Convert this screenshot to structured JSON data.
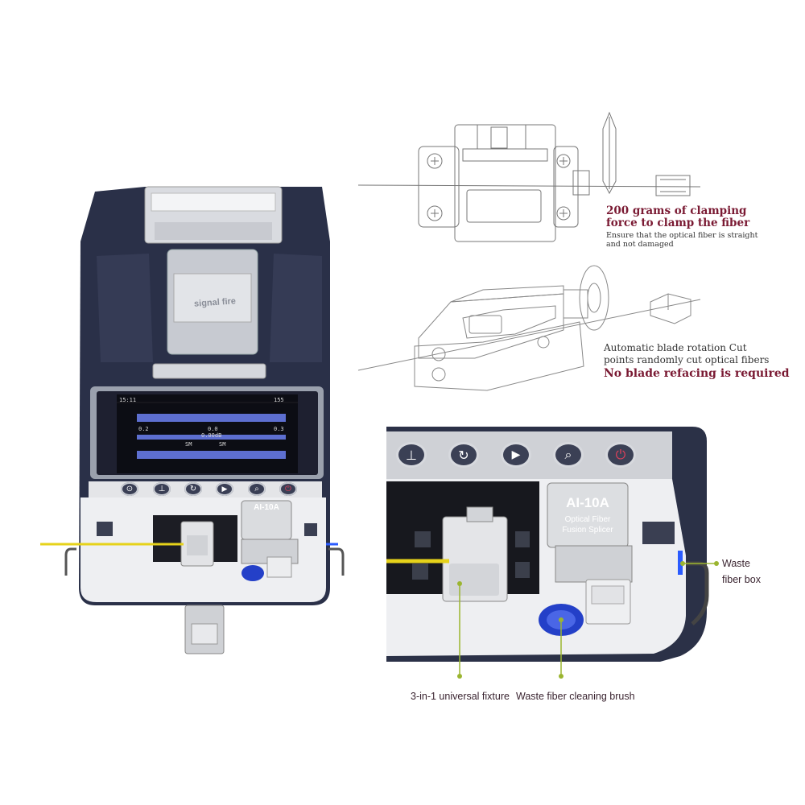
{
  "device": {
    "brand_logo": "signal fire",
    "model_label": "AI-10A",
    "model_sub_1": "Optical Fiber",
    "model_sub_2": "Fusion Splicer",
    "screen": {
      "time": "15:11",
      "counter": "155",
      "left_value": "0.2",
      "center_value": "0.0",
      "right_value": "0.3",
      "loss": "0.00dB",
      "mode_left": "SM",
      "mode_right": "SM"
    },
    "buttons": [
      {
        "name": "set-button",
        "icon": "menu-icon",
        "glyph": "⊙"
      },
      {
        "name": "down-button",
        "icon": "down-icon",
        "glyph": "⊥"
      },
      {
        "name": "reset-button",
        "icon": "reset-icon",
        "glyph": "↻"
      },
      {
        "name": "run-button",
        "icon": "play-icon",
        "glyph": "▶"
      },
      {
        "name": "zoom-button",
        "icon": "search-icon",
        "glyph": "⌕"
      },
      {
        "name": "power-button",
        "icon": "power-icon",
        "glyph": "⏻"
      }
    ]
  },
  "callouts": {
    "clamp_title_1": "200 grams of clamping",
    "clamp_title_2": "force to clamp the fiber",
    "clamp_note_1": "Ensure that the optical fiber is straight",
    "clamp_note_2": "and not damaged",
    "blade_body_1": "Automatic blade rotation Cut",
    "blade_body_2": "points randomly cut optical fibers",
    "blade_title": "No blade refacing is required",
    "waste_box_1": "Waste",
    "waste_box_2": "fiber box",
    "fixture": "3-in-1 universal fixture",
    "brush": "Waste fiber cleaning brush"
  },
  "colors": {
    "accent_title": "#7a1a33",
    "fiber": "#e6d21a",
    "callout_dot": "#9bb530",
    "device_dark": "#2b3147",
    "screen_bar": "#5d6fd0",
    "power_red": "#c0203a",
    "brush_blue": "#2440c8"
  }
}
